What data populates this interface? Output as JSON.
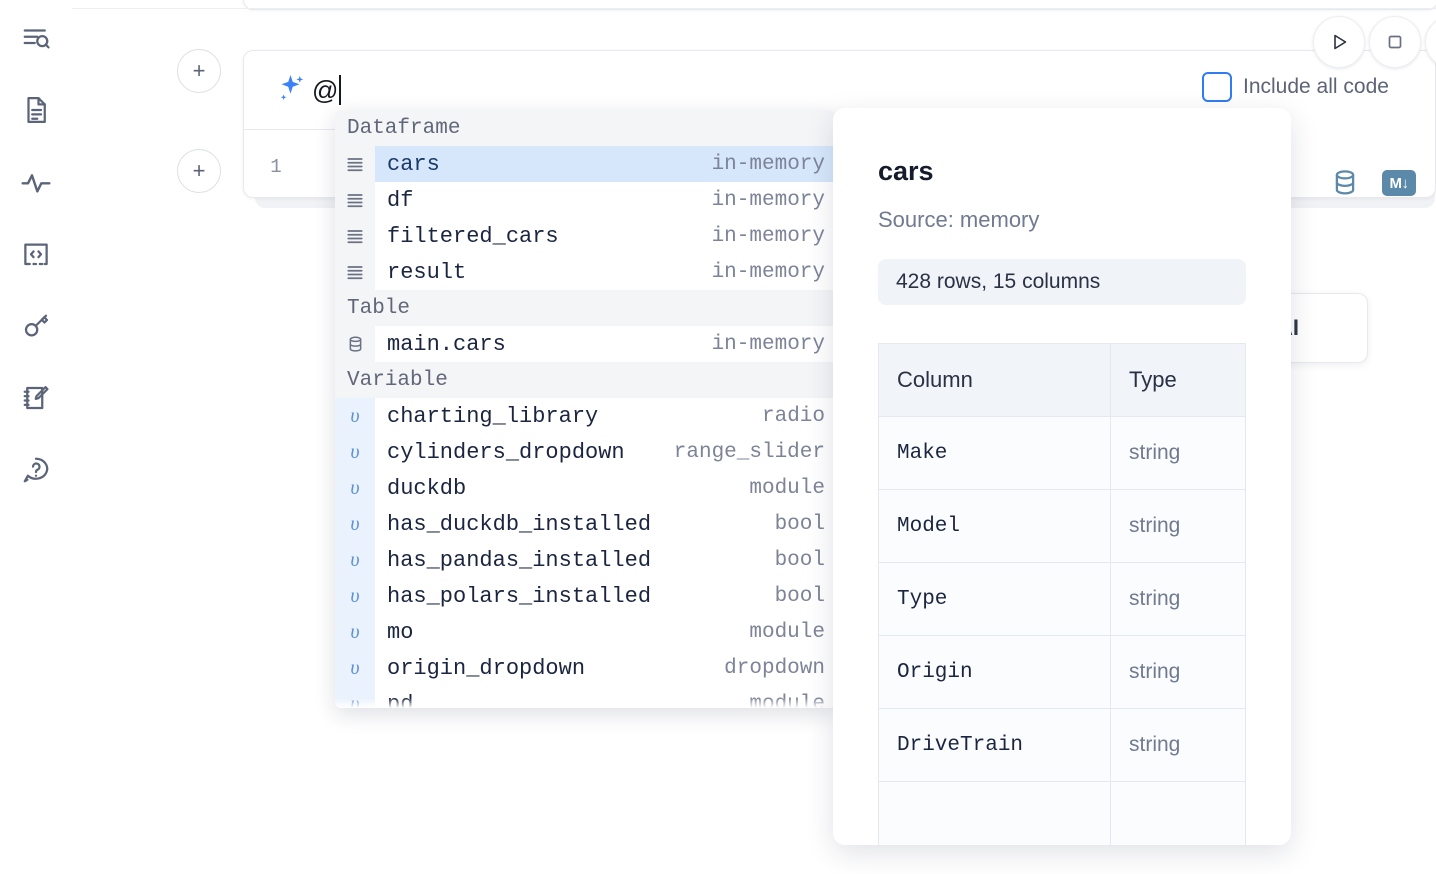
{
  "rail": {
    "items": [
      {
        "name": "explore-icon",
        "label": "Explore"
      },
      {
        "name": "file-text-icon",
        "label": "Notebook"
      },
      {
        "name": "activity-icon",
        "label": "Activity"
      },
      {
        "name": "snippets-icon",
        "label": "Snippets"
      },
      {
        "name": "secrets-key-icon",
        "label": "Secrets"
      },
      {
        "name": "scratchpad-icon",
        "label": "Scratchpad"
      },
      {
        "name": "help-icon",
        "label": "Help"
      }
    ]
  },
  "cell": {
    "add_button_label": "+",
    "ai_prompt_value": "@",
    "ai_icon": "sparkles-icon",
    "line_number": "1",
    "run_icon": "play-icon",
    "stop_icon": "stop-square-icon",
    "database_icon": "database-icon",
    "markdown_icon": "markdown-icon",
    "markdown_badge_text": "M↓"
  },
  "include_all_code": {
    "label": "Include all code",
    "checked": false,
    "accent_color": "#2f7cf6"
  },
  "ai_chip": {
    "label": "AI"
  },
  "autocomplete": {
    "groups": [
      {
        "header": "Dataframe",
        "icon": "dataframe-icon",
        "items": [
          {
            "name": "cars",
            "kind": "in-memory",
            "selected": true
          },
          {
            "name": "df",
            "kind": "in-memory",
            "selected": false
          },
          {
            "name": "filtered_cars",
            "kind": "in-memory",
            "selected": false
          },
          {
            "name": "result",
            "kind": "in-memory",
            "selected": false
          }
        ]
      },
      {
        "header": "Table",
        "icon": "table-db-icon",
        "items": [
          {
            "name": "main.cars",
            "kind": "in-memory",
            "selected": false
          }
        ]
      },
      {
        "header": "Variable",
        "icon": "variable-icon",
        "items": [
          {
            "name": "charting_library",
            "kind": "radio",
            "selected": false
          },
          {
            "name": "cylinders_dropdown",
            "kind": "range_slider",
            "selected": false
          },
          {
            "name": "duckdb",
            "kind": "module",
            "selected": false
          },
          {
            "name": "has_duckdb_installed",
            "kind": "bool",
            "selected": false
          },
          {
            "name": "has_pandas_installed",
            "kind": "bool",
            "selected": false
          },
          {
            "name": "has_polars_installed",
            "kind": "bool",
            "selected": false
          },
          {
            "name": "mo",
            "kind": "module",
            "selected": false
          },
          {
            "name": "origin_dropdown",
            "kind": "dropdown",
            "selected": false
          },
          {
            "name": "pd",
            "kind": "module",
            "selected": false
          }
        ]
      }
    ]
  },
  "doc_panel": {
    "title": "cars",
    "source": "Source: memory",
    "shape": "428 rows, 15 columns",
    "table": {
      "headers": [
        "Column",
        "Type"
      ],
      "rows": [
        [
          "Make",
          "string"
        ],
        [
          "Model",
          "string"
        ],
        [
          "Type",
          "string"
        ],
        [
          "Origin",
          "string"
        ],
        [
          "DriveTrain",
          "string"
        ],
        [
          "",
          ""
        ]
      ]
    }
  }
}
